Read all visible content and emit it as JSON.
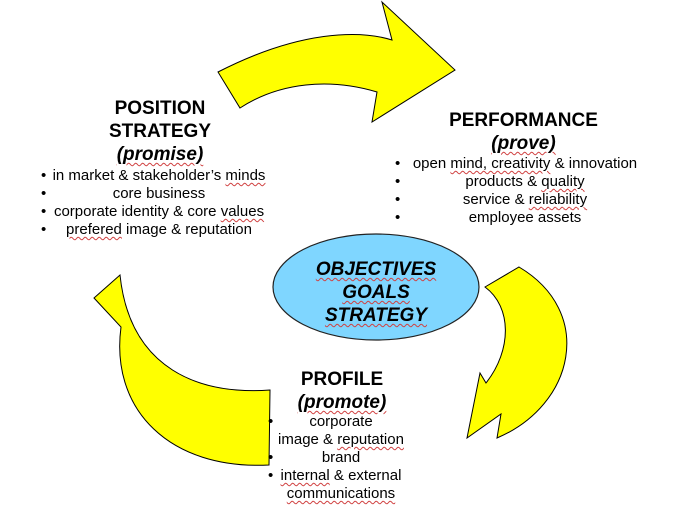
{
  "cycle": {
    "center": {
      "lines": [
        "OBJECTIVES",
        "GOALS",
        "STRATEGY"
      ],
      "fill": "#7fd6ff"
    },
    "arrow_color": "#ffff00",
    "position": {
      "title_line1": "POSITION",
      "title_line2": "STRATEGY",
      "subtitle": "(promise)",
      "items": [
        {
          "pre": "in market & stakeholder’s ",
          "mark": "minds",
          "post": ""
        },
        {
          "pre": "core business",
          "mark": "",
          "post": ""
        },
        {
          "pre": "corporate identity & core ",
          "mark": "values",
          "post": ""
        },
        {
          "pre": "",
          "mark": "prefered",
          "post": " image & reputation"
        }
      ]
    },
    "performance": {
      "title": "PERFORMANCE",
      "subtitle": "(prove)",
      "items": [
        {
          "pre": "open ",
          "mark": "mind, creativity",
          "post": " & innovation"
        },
        {
          "pre": "products & ",
          "mark": "quality",
          "post": ""
        },
        {
          "pre": "service & ",
          "mark": "reliability",
          "post": ""
        },
        {
          "pre": "employee assets",
          "mark": "",
          "post": ""
        }
      ]
    },
    "profile": {
      "title": "PROFILE",
      "subtitle": "(promote)",
      "items": [
        {
          "pre": "corporate",
          "mark": "",
          "post": ""
        },
        {
          "pre": "image & ",
          "mark": "reputation",
          "post": ""
        },
        {
          "pre": "brand",
          "mark": "",
          "post": ""
        },
        {
          "pre": "",
          "mark": "internal",
          "post": " & external"
        },
        {
          "pre": "",
          "mark": "communications",
          "post": ""
        }
      ]
    }
  }
}
